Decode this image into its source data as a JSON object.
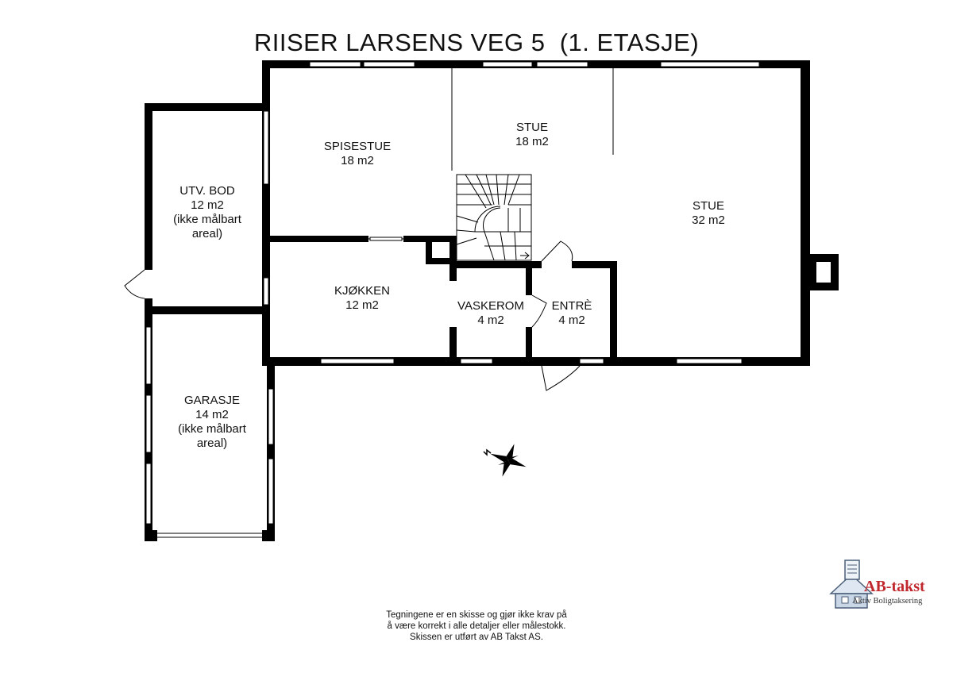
{
  "title": "RIISER LARSENS VEG 5  (1. ETASJE)",
  "rooms": {
    "spisestue": {
      "name": "SPISESTUE",
      "area": "18 m2"
    },
    "stue_small": {
      "name": "STUE",
      "area": "18 m2"
    },
    "stue_large": {
      "name": "STUE",
      "area": "32 m2"
    },
    "utv_bod": {
      "name": "UTV. BOD",
      "area": "12 m2",
      "note1": "(ikke målbart",
      "note2": "areal)"
    },
    "kjokken": {
      "name": "KJØKKEN",
      "area": "12 m2"
    },
    "vaskerom": {
      "name": "VASKEROM",
      "area": "4 m2"
    },
    "entre": {
      "name": "ENTRÈ",
      "area": "4 m2"
    },
    "garasje": {
      "name": "GARASJE",
      "area": "14 m2",
      "note1": "(ikke målbart",
      "note2": "areal)"
    }
  },
  "disclaimer": {
    "line1": "Tegningene er en skisse og gjør ikke krav på",
    "line2": "å være korrekt i alle detaljer eller målestokk.",
    "line3": "Skissen er utført av AB Takst AS."
  },
  "logo": {
    "brand": "AB-takst",
    "tagline": "Aktiv Boligtaksering",
    "color": "#c0282d"
  },
  "icons": {
    "compass": "compass-rose-icon",
    "logo": "house-logo-icon"
  },
  "colors": {
    "wall": "#000000",
    "window": "#ffffff",
    "background": "#ffffff"
  }
}
